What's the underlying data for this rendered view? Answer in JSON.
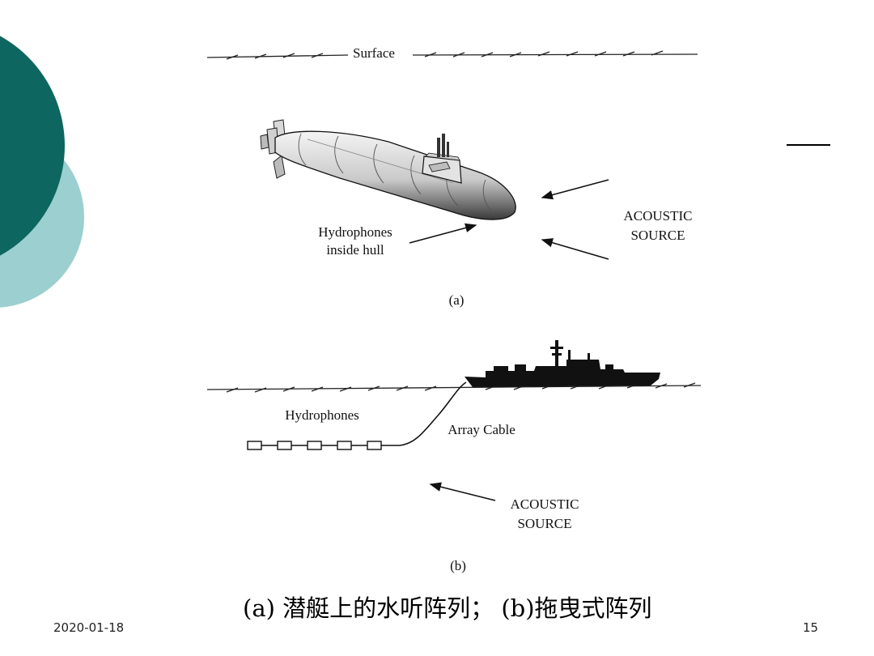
{
  "figure_a": {
    "surface_label": "Surface",
    "hydrophones_label_line1": "Hydrophones",
    "hydrophones_label_line2": "inside hull",
    "source_label_line1": "ACOUSTIC",
    "source_label_line2": "SOURCE",
    "panel_label": "(a)"
  },
  "figure_b": {
    "hydrophones_label": "Hydrophones",
    "cable_label": "Array Cable",
    "source_label_line1": "ACOUSTIC",
    "source_label_line2": "SOURCE",
    "panel_label": "(b)"
  },
  "caption": "(a) 潜艇上的水听阵列； (b)拖曳式阵列",
  "footer": {
    "date": "2020-01-18",
    "page_number": "15"
  },
  "colors": {
    "dark_teal": "#0d6660",
    "light_teal": "#9ccfcf"
  }
}
